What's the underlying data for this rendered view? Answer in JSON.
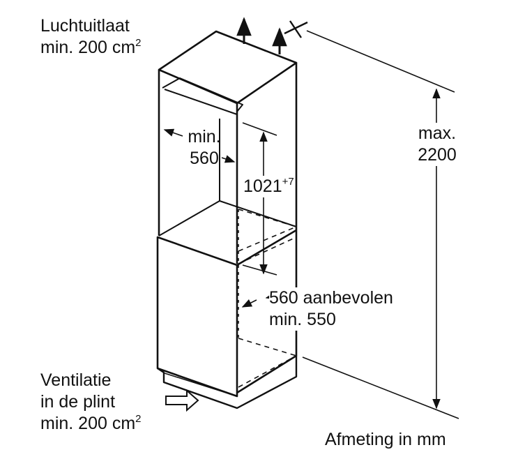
{
  "labels": {
    "outlet_line1": "Luchtuitlaat",
    "outlet_line2_main": "min. 200 cm",
    "outlet_line2_sup": "2",
    "max_line1": "max.",
    "max_line2": "2200",
    "width_line1": "min.",
    "width_line2": "560",
    "height_main": "1021",
    "height_sup": "+7",
    "depth_line1": "560 aanbevolen",
    "depth_line2": "min. 550",
    "vent_line1": "Ventilatie",
    "vent_line2": "in de plint",
    "vent_line3_main": "min. 200 cm",
    "vent_line3_sup": "2",
    "units_note": "Afmeting in mm"
  }
}
